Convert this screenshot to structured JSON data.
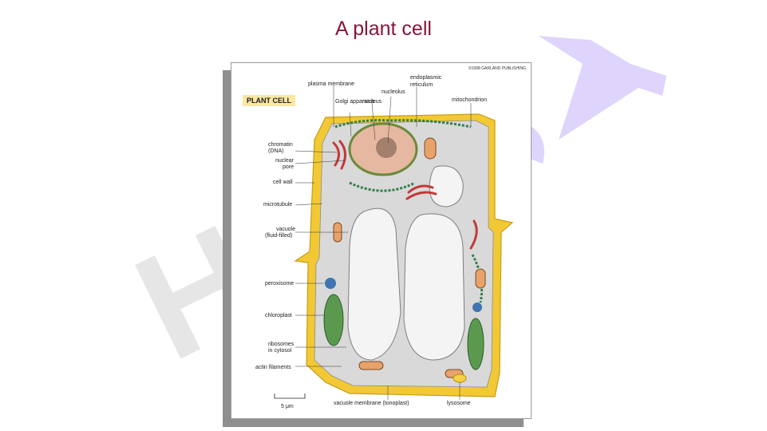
{
  "slide": {
    "title": "A plant cell"
  },
  "watermark": {
    "text": "Hi 24"
  },
  "figure": {
    "panel_title": "PLANT CELL",
    "copyright": "©1998 GARLAND PUBLISHING",
    "scale_label": "5 μm",
    "labels": {
      "plasma_membrane": "plasma membrane",
      "golgi": "Golgi apparatus",
      "nucleus": "nucleus",
      "nucleolus": "nucleolus",
      "er_line1": "endoplasmic",
      "er_line2": "reticulum",
      "mitochondrion": "mitochondrion",
      "chromatin_line1": "chromatin",
      "chromatin_line2": "(DNA)",
      "pore_line1": "nuclear",
      "pore_line2": "pore",
      "cell_wall": "cell wall",
      "microtubule": "microtubule",
      "vacuole_line1": "vacuole",
      "vacuole_line2": "(fluid-filled)",
      "peroxisome": "peroxisome",
      "chloroplast": "chloroplast",
      "ribosomes_line1": "ribosomes",
      "ribosomes_line2": "in cytosol",
      "actin": "actin filaments",
      "tonoplast": "vacuole membrane (tonoplast)",
      "lysosome": "lysosome"
    }
  },
  "colors": {
    "title": "#8a1538",
    "cell_wall": "#f2c935",
    "cytosol": "#d9d9d9",
    "vacuole": "#f3f3f3",
    "watermark_purple": "#dcd2fb",
    "watermark_gray": "#c4c4c4"
  }
}
